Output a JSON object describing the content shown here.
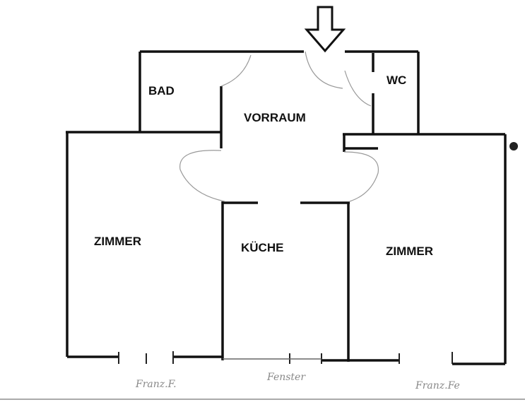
{
  "rooms": {
    "bad": "BAD",
    "wc": "WC",
    "vorraum": "VORRAUM",
    "zimmer_left": "ZIMMER",
    "kueche": "KÜCHE",
    "zimmer_right": "ZIMMER"
  },
  "annotations": {
    "window_left": "Franz.F.",
    "window_middle": "Fenster",
    "window_right": "Franz.Fe"
  },
  "entrance_icon": "arrow-down-icon"
}
